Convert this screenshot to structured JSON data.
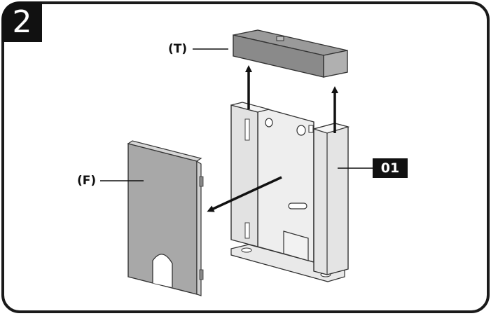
{
  "step": {
    "number": "2"
  },
  "callouts": {
    "top_cover": "(T)",
    "front_cover": "(F)",
    "part_number": "01"
  },
  "colors": {
    "frame": "#1a1a1a",
    "part_fill": "#e6e6e6",
    "cover_fill": "#a6a6a6",
    "top_fill": "#8c8c8c",
    "badge": "#111111"
  }
}
